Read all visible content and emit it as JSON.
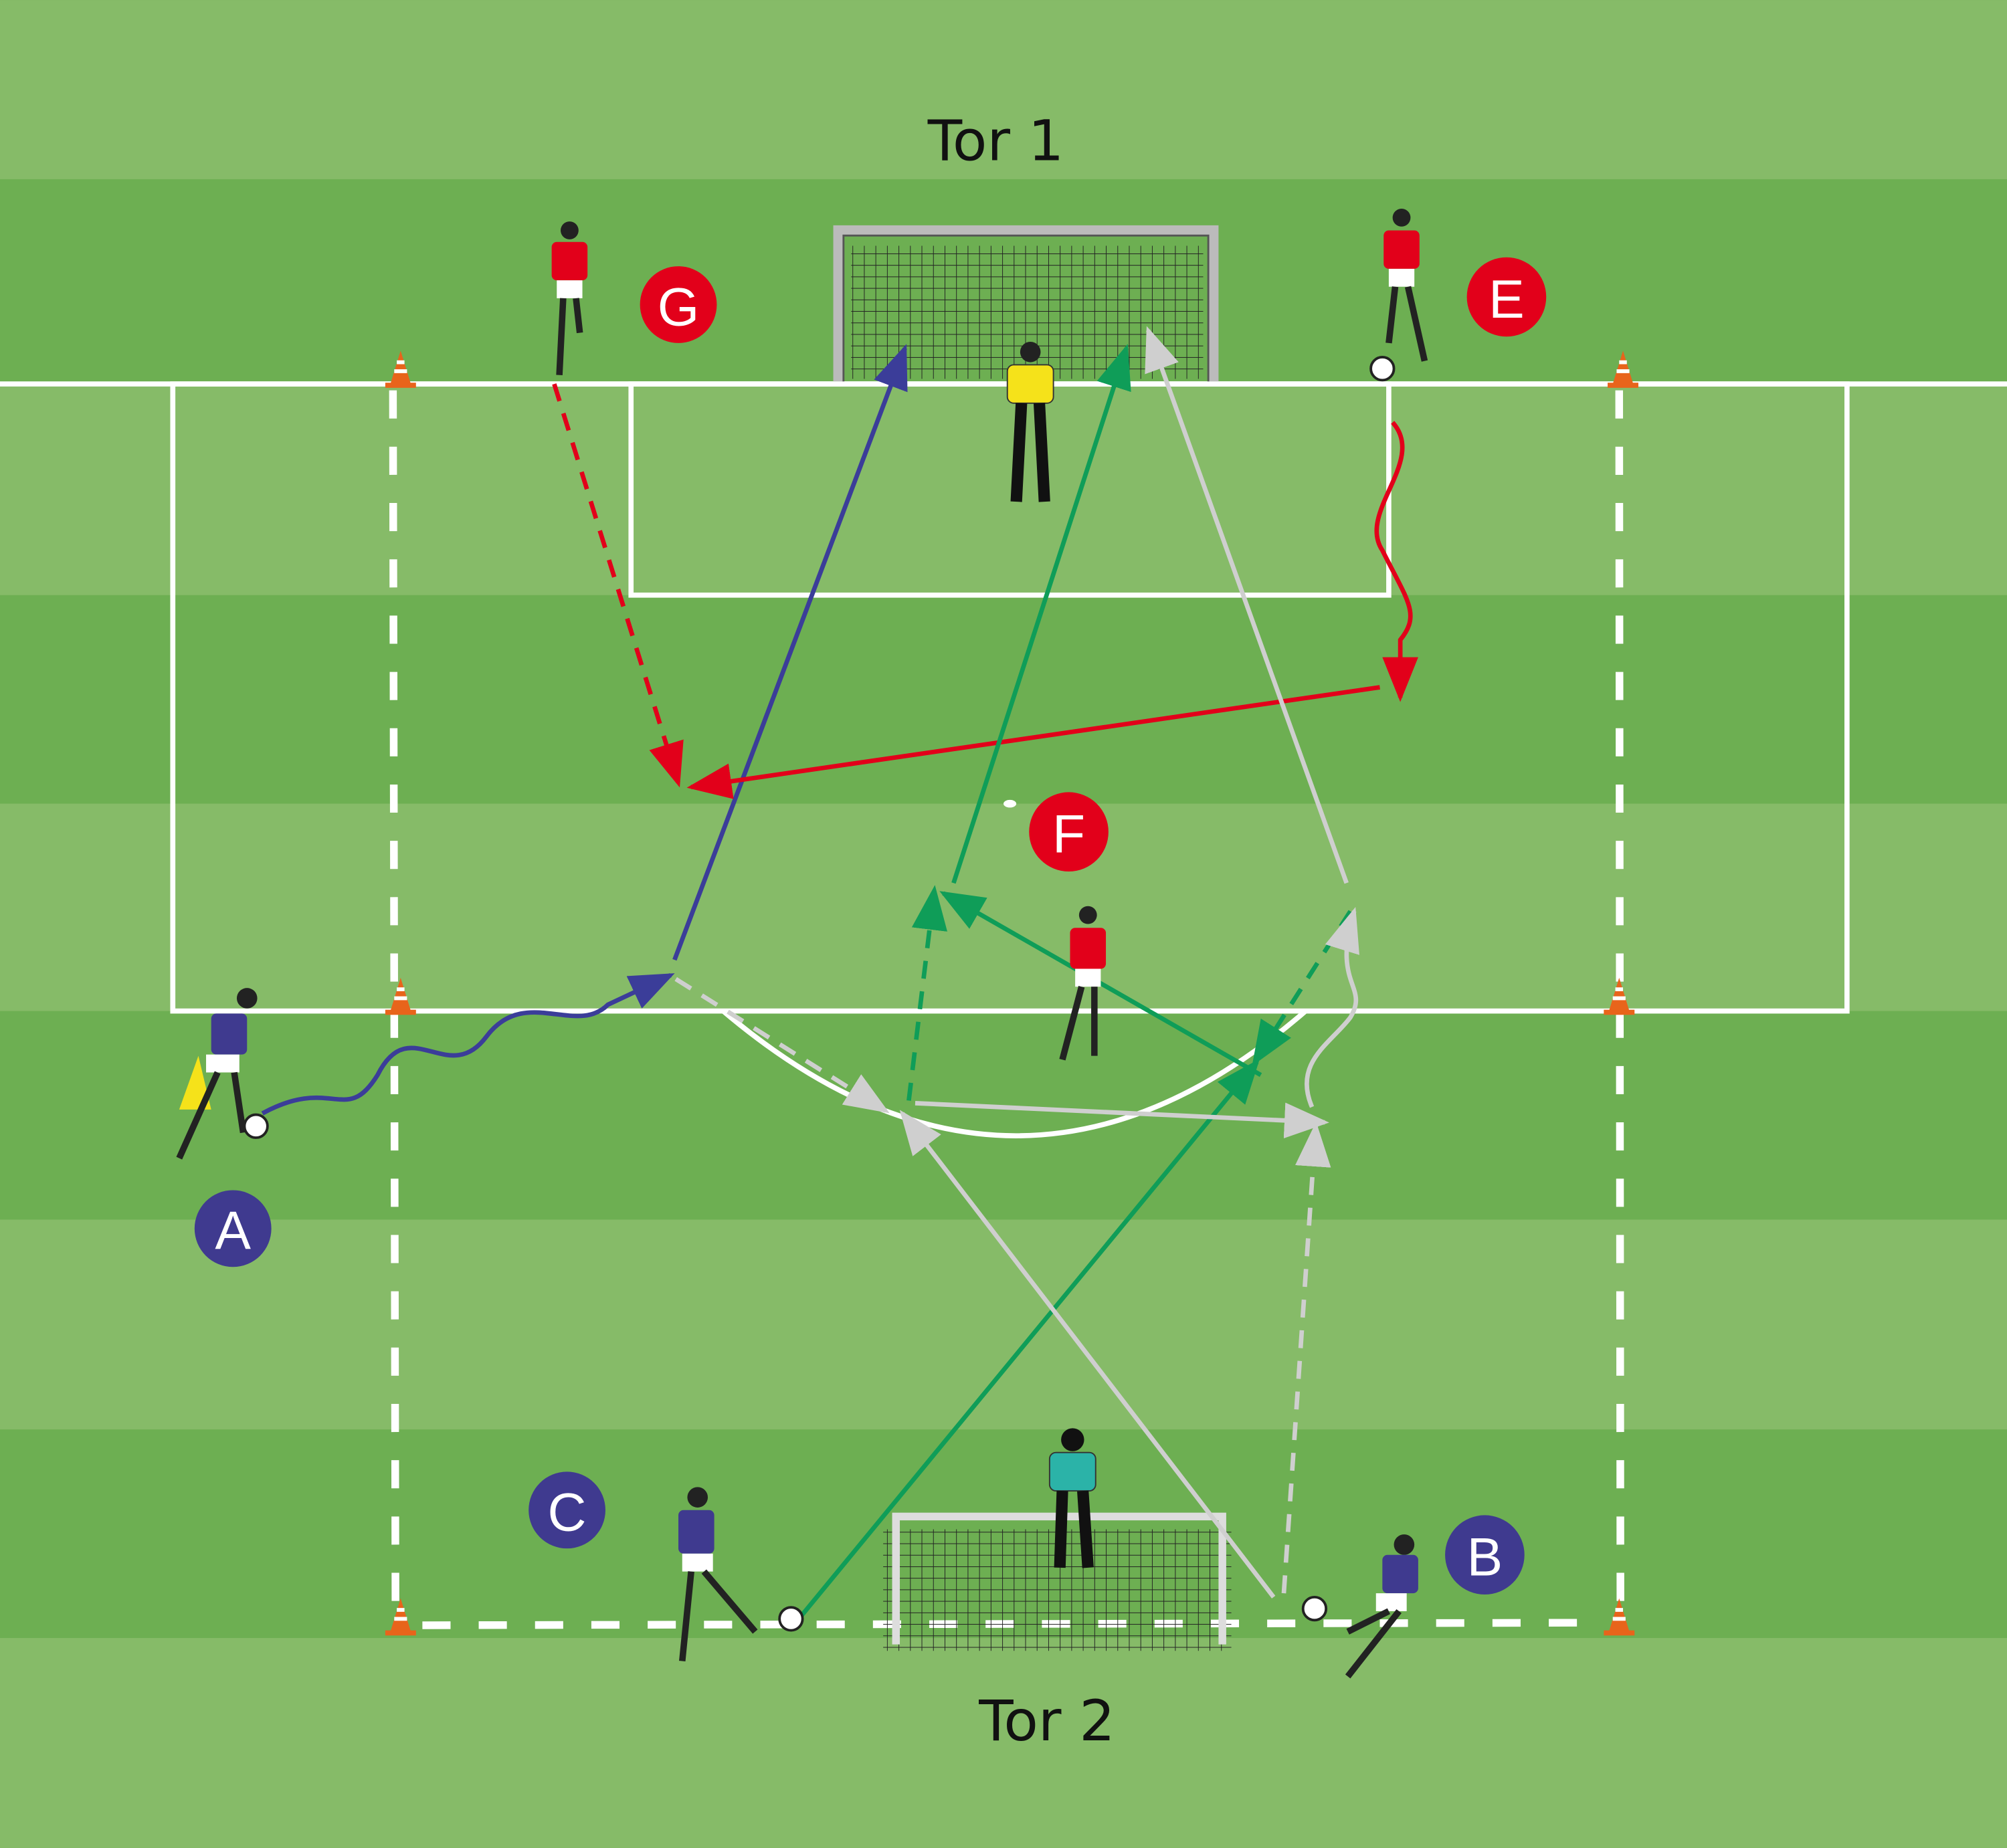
{
  "goals": {
    "top_label": "Tor 1",
    "bottom_label": "Tor 2"
  },
  "players": [
    {
      "label": "G",
      "team": "red"
    },
    {
      "label": "E",
      "team": "red"
    },
    {
      "label": "F",
      "team": "red"
    },
    {
      "label": "A",
      "team": "blue"
    },
    {
      "label": "C",
      "team": "blue"
    },
    {
      "label": "B",
      "team": "blue"
    }
  ],
  "colors": {
    "pitch_light": "#86bb68",
    "pitch_dark": "#6daf52",
    "team_red": "#e2001a",
    "team_blue": "#3f3a8f",
    "arrow_blue": "#3b3d99",
    "arrow_green": "#0f9d58",
    "arrow_grey": "#cfcfcf",
    "arrow_red": "#e2001a",
    "keeper_top": "#f5e21a",
    "keeper_bottom": "#2bb3a8"
  }
}
